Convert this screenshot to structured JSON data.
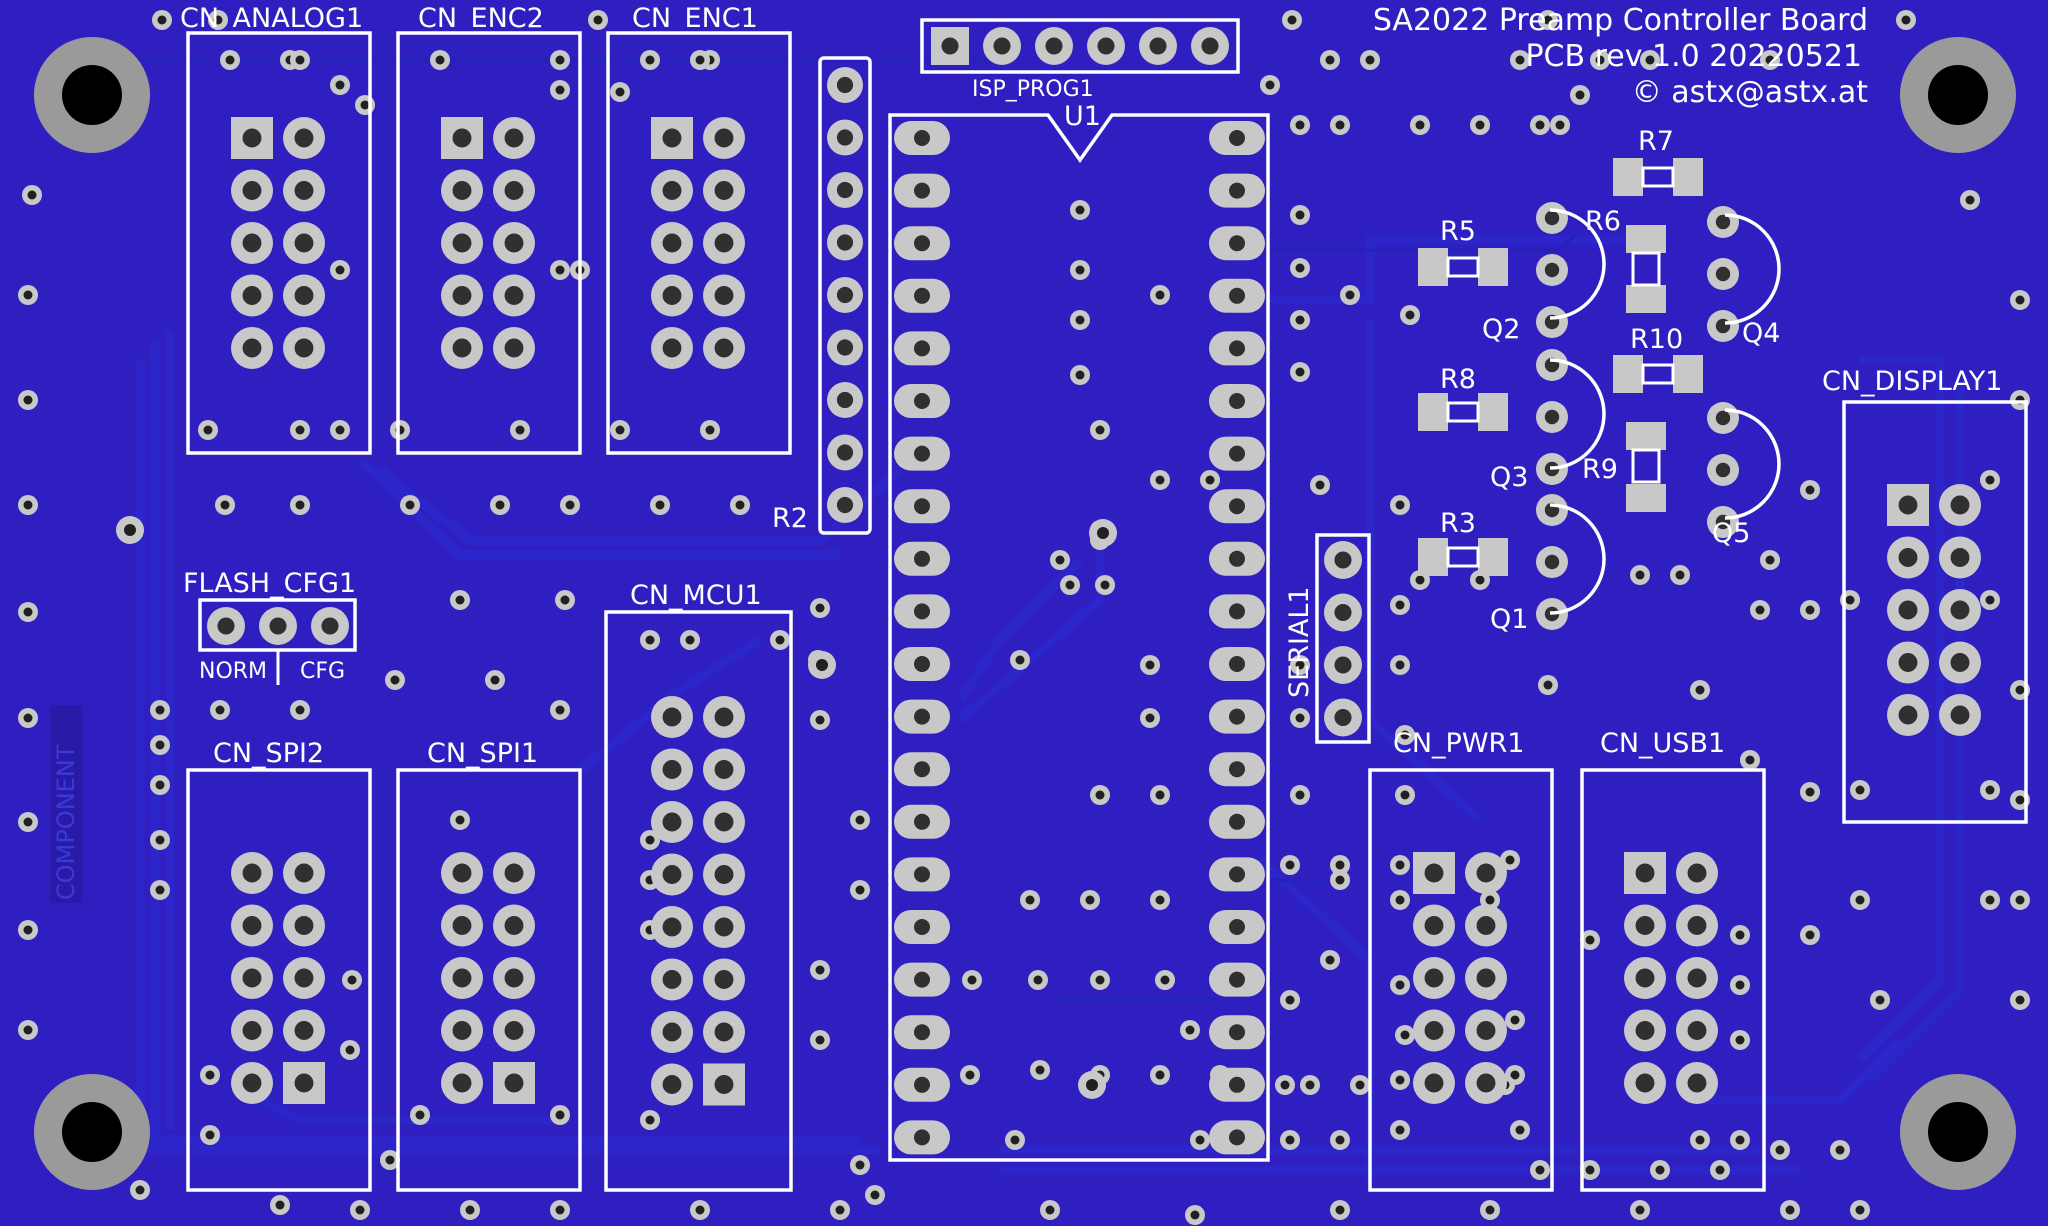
{
  "board": {
    "title_line1": "SA2022 Preamp Controller Board",
    "title_line2": "PCB rev 1.0 20220521",
    "title_line3": "© astx@astx.at",
    "component_tag": "COMPONENT",
    "colors": {
      "substrate": "#2f1fc0",
      "silkscreen": "#ffffff",
      "pads": "#c8c8c8",
      "traces": "#2222b8"
    }
  },
  "labels": {
    "cn_analog1": "CN_ANALOG1",
    "cn_enc2": "CN_ENC2",
    "cn_enc1": "CN_ENC1",
    "isp_prog1": "ISP_PROG1",
    "u1": "U1",
    "r2": "R2",
    "flash_cfg1": "FLASH_CFG1",
    "norm": "NORM",
    "cfg": "CFG",
    "cn_mcu1": "CN_MCU1",
    "cn_spi2": "CN_SPI2",
    "cn_spi1": "CN_SPI1",
    "serial1": "SERIAL1",
    "cn_pwr1": "CN_PWR1",
    "cn_usb1": "CN_USB1",
    "cn_display1": "CN_DISPLAY1",
    "r5": "R5",
    "r6": "R6",
    "r7": "R7",
    "r8": "R8",
    "r9": "R9",
    "r10": "R10",
    "r3": "R3",
    "q1": "Q1",
    "q2": "Q2",
    "q3": "Q3",
    "q4": "Q4",
    "q5": "Q5"
  }
}
